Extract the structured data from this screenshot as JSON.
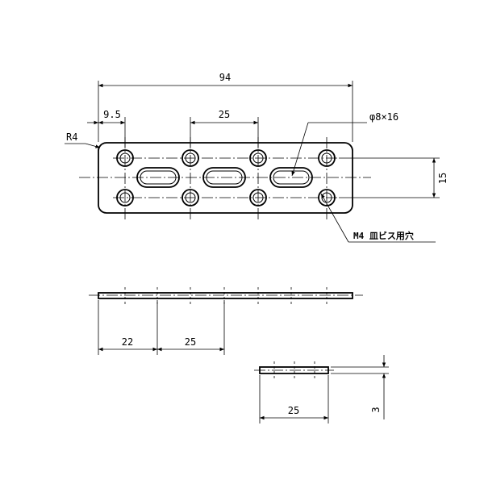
{
  "drawing": {
    "top_view": {
      "overall_length": "94",
      "edge_to_hole": "9.5",
      "hole_pitch": "25",
      "hole_spacing_vertical": "15",
      "corner_radius": "R4",
      "slot_note": "φ8×16",
      "hole_note": "M4 皿ビス用穴"
    },
    "side_view": {
      "dim_left": "22",
      "dim_right": "25"
    },
    "end_view": {
      "width": "25",
      "thickness": "3"
    }
  }
}
